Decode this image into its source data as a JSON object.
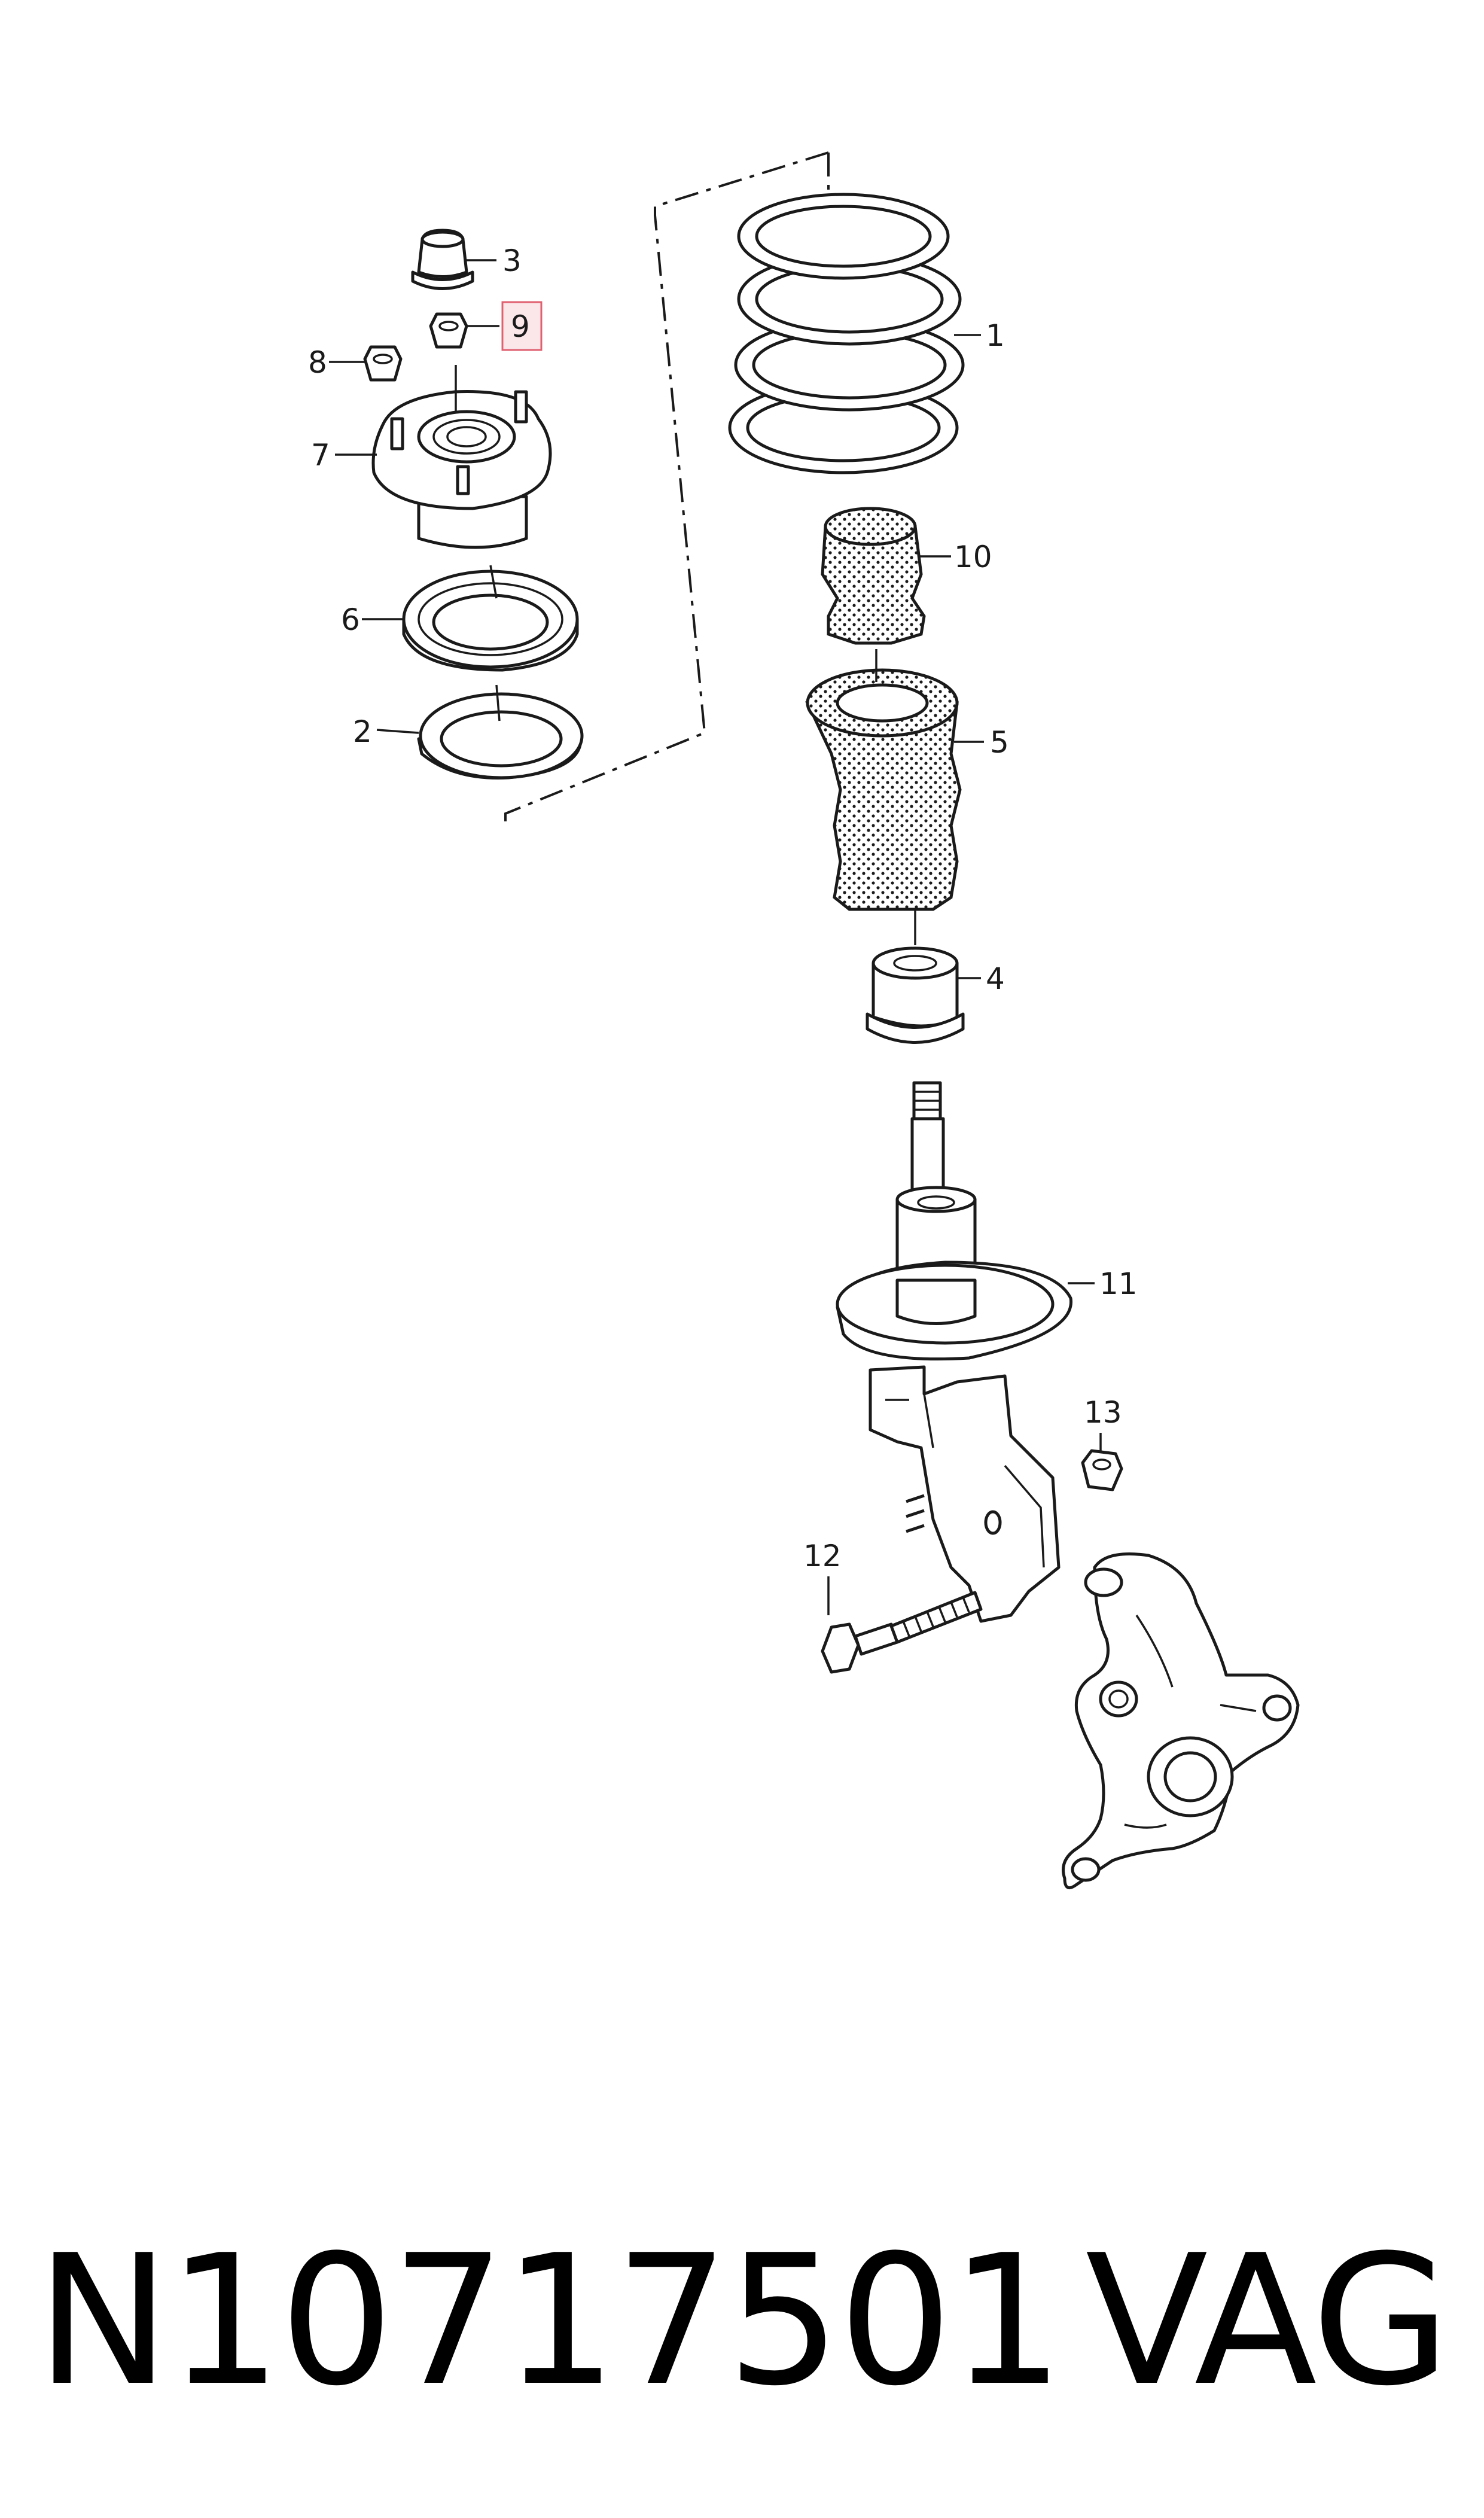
{
  "labels": {
    "p1": "1",
    "p2": "2",
    "p3": "3",
    "p4": "4",
    "p5": "5",
    "p6": "6",
    "p7": "7",
    "p8": "8",
    "p9": "9",
    "p10": "10",
    "p11": "11",
    "p12": "12",
    "p13": "13"
  },
  "highlight_color": "#e06070",
  "footer": {
    "part_number": "N10717501",
    "brand": "VAG"
  }
}
